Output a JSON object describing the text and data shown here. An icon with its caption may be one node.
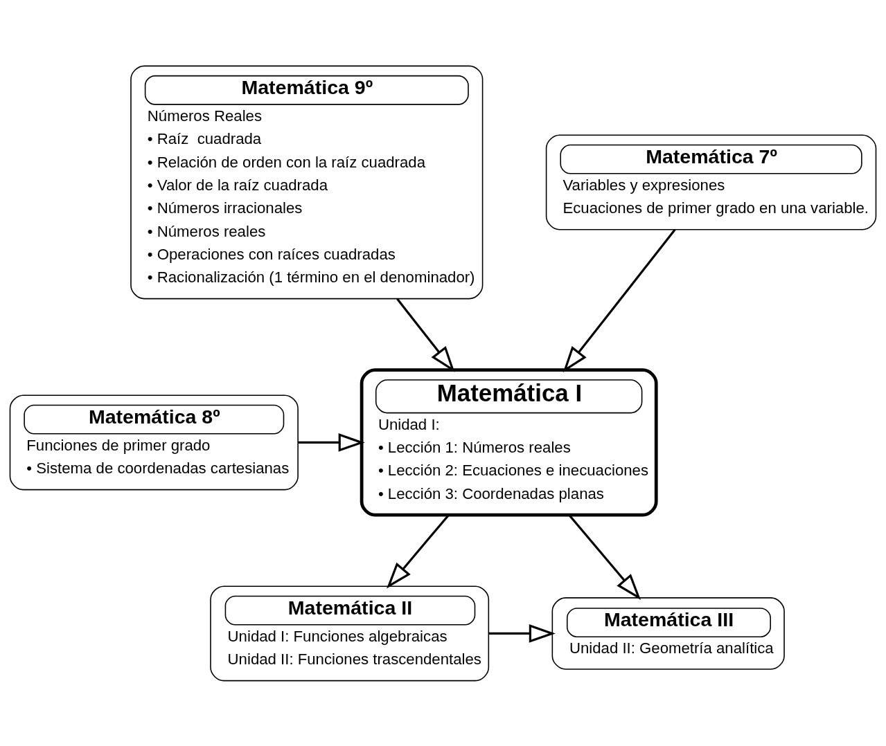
{
  "diagram": {
    "nodes": [
      {
        "text": [
          "Matemática 9º",
          "Números Reales",
          "• Raíz  cuadrada",
          "• Relación de orden con la raíz cuadrada",
          "• Valor de la raíz cuadrada",
          "• Números irracionales",
          "• Números reales",
          "• Operaciones con raíces cuadradas",
          "• Racionalización (1 término en el denominador)"
        ]
      },
      {
        "text": [
          "Matemática 7º",
          "Variables y expresiones",
          "Ecuaciones de primer grado en una variable."
        ]
      },
      {
        "text": [
          "Matemática 8º",
          "Funciones de primer grado",
          "• Sistema de coordenadas cartesianas"
        ]
      },
      {
        "text": [
          "Matemática I",
          "Unidad I:",
          "• Lección 1: Números reales",
          "• Lección 2: Ecuaciones e inecuaciones",
          "• Lección 3: Coordenadas planas"
        ]
      },
      {
        "text": [
          "Matemática III",
          "Unidad II: Geometría analítica"
        ]
      },
      {
        "text": [
          "Matemática II",
          "Unidad I: Funciones algebraicas",
          "Unidad II: Funciones trascendentales"
        ]
      }
    ],
    "edges": [
      {
        "from": 1,
        "to": 3,
        "arrow": "to"
      },
      {
        "from": 0,
        "to": 3,
        "arrow": "to"
      },
      {
        "from": 2,
        "to": 3,
        "arrow": "to"
      },
      {
        "from": 3,
        "to": 4,
        "arrow": "to"
      },
      {
        "from": 3,
        "to": 5,
        "arrow": "to"
      },
      {
        "from": 5,
        "to": 4,
        "arrow": "to"
      }
    ]
  }
}
